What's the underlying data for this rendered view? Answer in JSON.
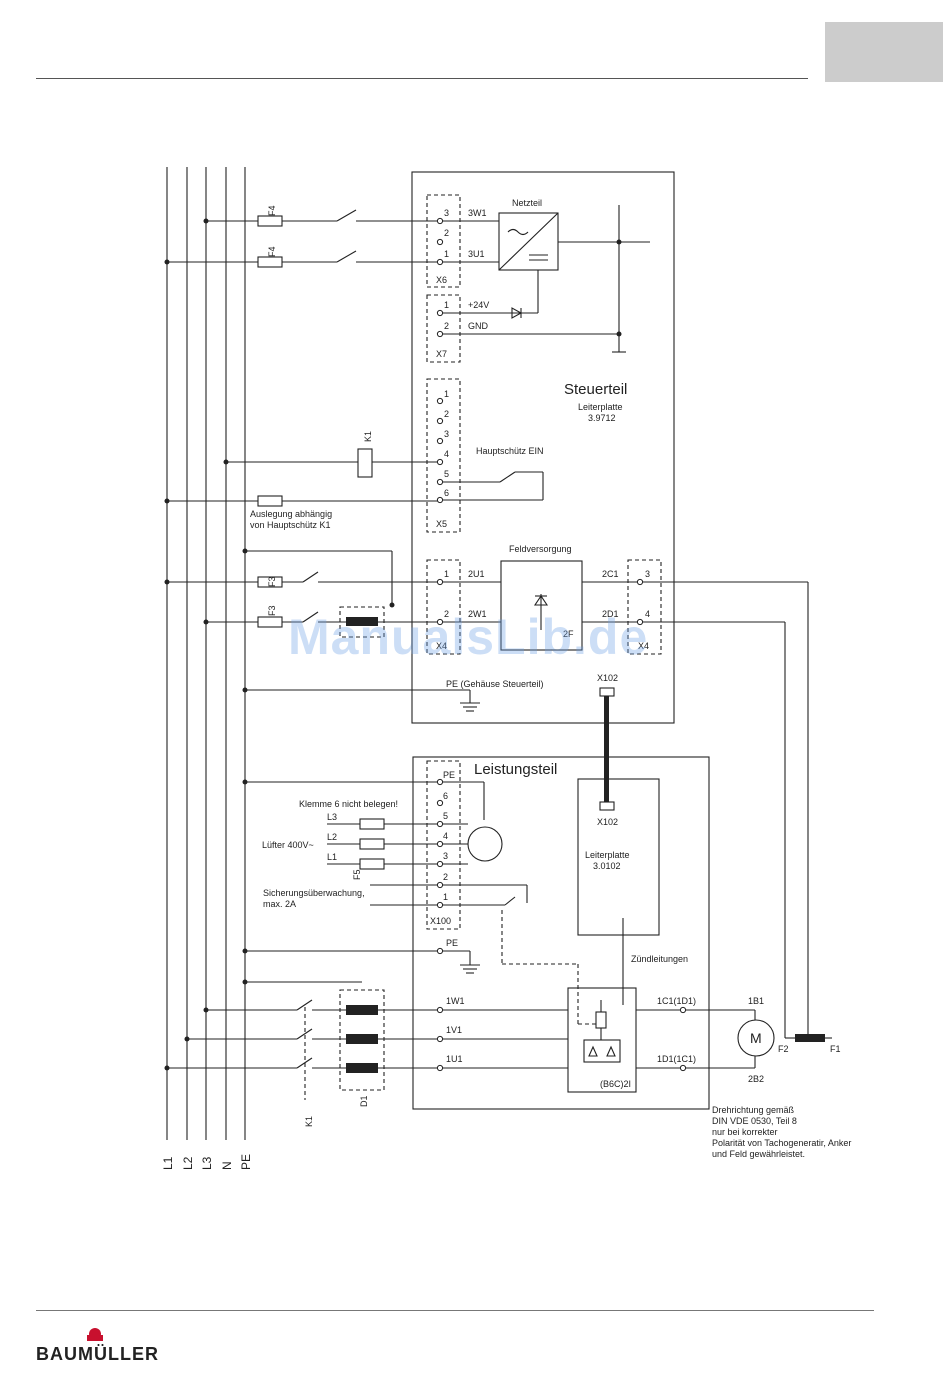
{
  "header": {},
  "watermark": "ManualsLib.de",
  "footer": {
    "brand": "BAUMÜLLER"
  },
  "colors": {
    "accent": "#c8102e",
    "line": "#222222",
    "tab": "#cccccc"
  },
  "bus_labels": [
    "L1",
    "L2",
    "L3",
    "N",
    "PE"
  ],
  "control_section": {
    "title": "Steuerteil",
    "pcb_label": "Leiterplatte",
    "pcb_number": "3.9712",
    "power_supply": "Netzteil",
    "field_supply": "Feldversorgung",
    "pe_label": "PE (Gehäuse Steuerteil)",
    "main_contactor_on": "Hauptschütz EIN",
    "fuse_note_1": "Auslegung abhängig",
    "fuse_note_2": "von Hauptschütz K1",
    "connector_x102": "X102"
  },
  "power_section": {
    "title": "Leistungsteil",
    "pcb_label": "Leiterplatte",
    "pcb_number": "3.0102",
    "connector_x102": "X102",
    "firing_leads": "Zündleitungen",
    "bridge_label": "(B6C)2I",
    "terminal_note": "Klemme 6 nicht belegen!",
    "fan_label": "Lüfter 400V~",
    "fuse_monitor_1": "Sicherungsüberwachung,",
    "fuse_monitor_2": "max. 2A",
    "pe_label": "PE"
  },
  "connectors": {
    "x6": {
      "name": "X6",
      "pins": [
        "3",
        "2",
        "1"
      ],
      "signals": [
        "3W1",
        "3U1"
      ]
    },
    "x7": {
      "name": "X7",
      "pins": [
        "1",
        "2"
      ],
      "signals": [
        "+24V",
        "GND"
      ]
    },
    "x5": {
      "name": "X5",
      "pins": [
        "1",
        "2",
        "3",
        "4",
        "5",
        "6"
      ]
    },
    "x4_left": {
      "name": "X4",
      "pins": [
        "1",
        "2"
      ],
      "signals": [
        "2U1",
        "2W1"
      ]
    },
    "x4_right": {
      "name": "X4",
      "pins": [
        "3",
        "4"
      ],
      "signals": [
        "2C1",
        "2D1",
        "2F"
      ]
    },
    "x100": {
      "name": "X100",
      "pins": [
        "PE",
        "6",
        "5",
        "4",
        "3",
        "2",
        "1"
      ],
      "phases": [
        "L3",
        "L2",
        "L1"
      ]
    }
  },
  "components": {
    "fuses": [
      "F4",
      "F4",
      "F3",
      "F3",
      "F5",
      "F2",
      "F1"
    ],
    "contactor": "K1",
    "choke": "D1",
    "motor": "M",
    "motor_terminals": [
      "1B1",
      "2B2"
    ],
    "armature_signals": [
      "1W1",
      "1V1",
      "1U1"
    ],
    "dc_signals": [
      "1C1(1D1)",
      "1D1(1C1)"
    ]
  },
  "notes": {
    "rotation": [
      "Drehrichtung gemäß",
      "DIN VDE 0530, Teil 8",
      "nur bei korrekter",
      "Polarität von Tachogeneratir, Anker",
      "und Feld gewährleistet."
    ]
  }
}
